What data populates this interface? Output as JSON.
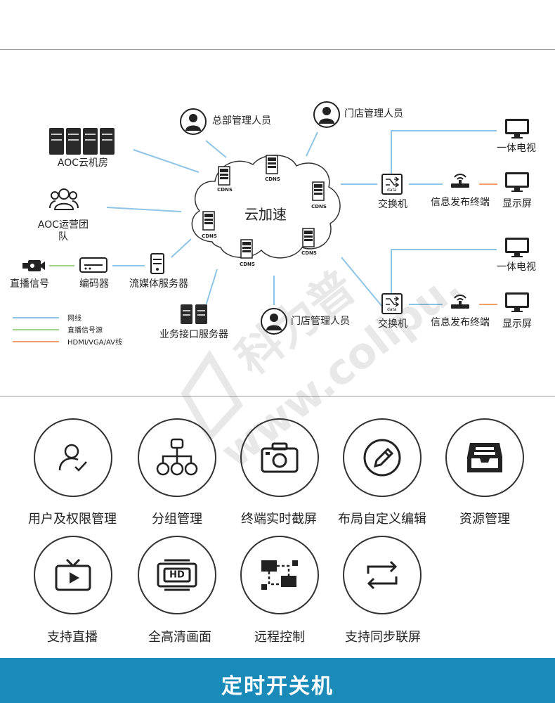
{
  "diagram": {
    "cloud_label": "云加速",
    "cdns_label": "CDNS",
    "nodes": {
      "aoc_datacenter": "AOC云机房",
      "aoc_team_line1": "AOC运营团",
      "aoc_team_line2": "队",
      "hq_manager": "总部管理人员",
      "store_manager_top": "门店管理人员",
      "store_manager_bottom": "门店管理人员",
      "live_signal": "直播信号",
      "encoder": "编码器",
      "streaming_server": "流媒体服务器",
      "api_server": "业务接口服务器",
      "switch_top": "交换机",
      "switch_bottom": "交换机",
      "info_terminal_top": "信息发布终端",
      "info_terminal_bottom": "信息发布终端",
      "all_in_one_tv_top": "一体电视",
      "all_in_one_tv_bottom": "一体电视",
      "display_top": "显示屏",
      "display_bottom": "显示屏",
      "switch_badge": "data"
    },
    "legend": [
      {
        "label": "网线",
        "color": "#8ec4e6"
      },
      {
        "label": "直播信号源",
        "color": "#9fd18c"
      },
      {
        "label": "HDMI/VGA/AV线",
        "color": "#f2a06a"
      }
    ]
  },
  "features": {
    "items": [
      {
        "label": "用户及权限管理",
        "icon": "user-check-icon"
      },
      {
        "label": "分组管理",
        "icon": "hierarchy-icon"
      },
      {
        "label": "终端实时截屏",
        "icon": "camera-icon"
      },
      {
        "label": "布局自定义编辑",
        "icon": "pencil-icon"
      },
      {
        "label": "资源管理",
        "icon": "tray-icon"
      },
      {
        "label": "支持直播",
        "icon": "tv-play-icon"
      },
      {
        "label": "全高清画面",
        "icon": "hd-icon"
      },
      {
        "label": "远程控制",
        "icon": "remote-network-icon"
      },
      {
        "label": "支持同步联屏",
        "icon": "sync-arrows-icon"
      }
    ],
    "hd_text": "HD"
  },
  "banner": {
    "title": "定时开关机"
  },
  "watermark": {
    "brand": "科力普",
    "url": "www.colipu.com"
  },
  "colors": {
    "network_line": "#8ec4e6",
    "live_line": "#9fd18c",
    "av_line": "#f2a06a",
    "banner": "#1a8ab9"
  }
}
